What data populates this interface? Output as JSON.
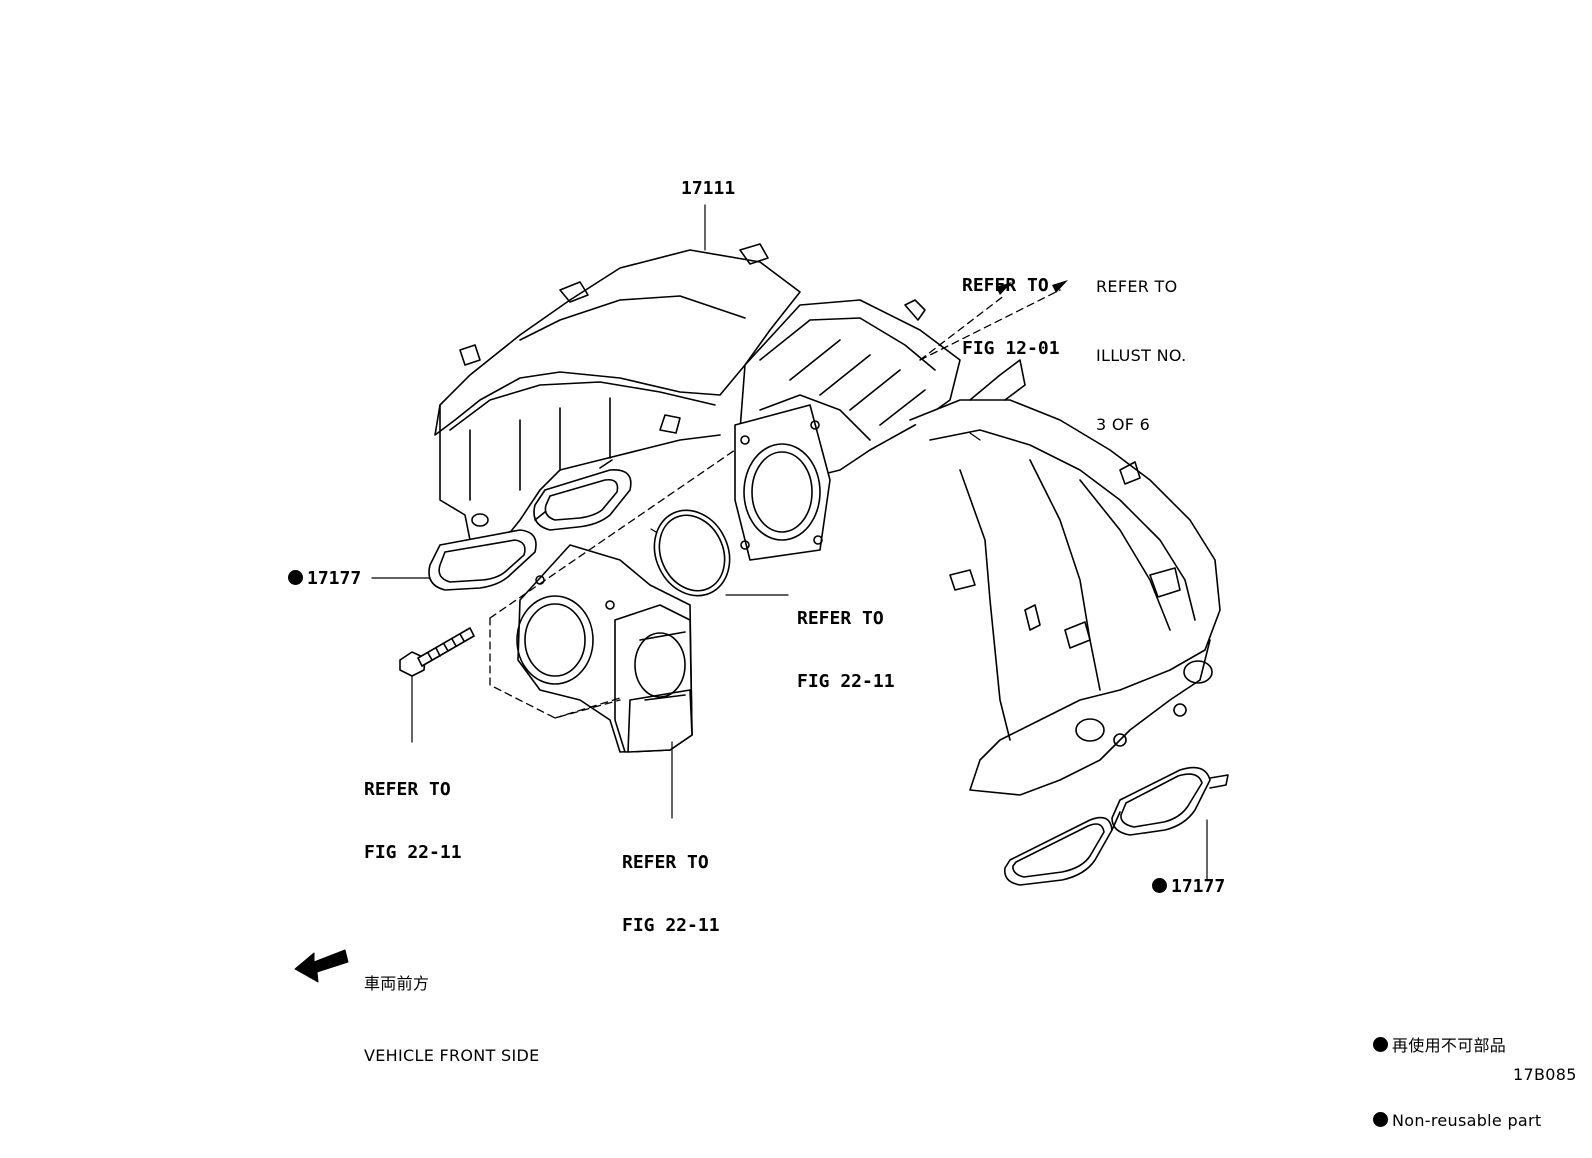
{
  "callouts": {
    "manifold": "17111",
    "gasket_left": "17177",
    "gasket_right": "17177"
  },
  "refs": {
    "fig_12_01": {
      "line1": "REFER TO",
      "line2": "FIG 12-01"
    },
    "illust": {
      "line1": "REFER TO",
      "line2": "ILLUST NO.",
      "line3": "3 OF 6"
    },
    "fig_22_11_ring": {
      "line1": "REFER TO",
      "line2": "FIG 22-11"
    },
    "fig_22_11_bolt": {
      "line1": "REFER TO",
      "line2": "FIG 22-11"
    },
    "fig_22_11_throttle": {
      "line1": "REFER TO",
      "line2": "FIG 22-11"
    }
  },
  "direction": {
    "jp": "車両前方",
    "en": "VEHICLE FRONT SIDE"
  },
  "legend": {
    "jp": "再使用不可部品",
    "en": "Non-reusable part"
  },
  "figure_code": "17B085"
}
